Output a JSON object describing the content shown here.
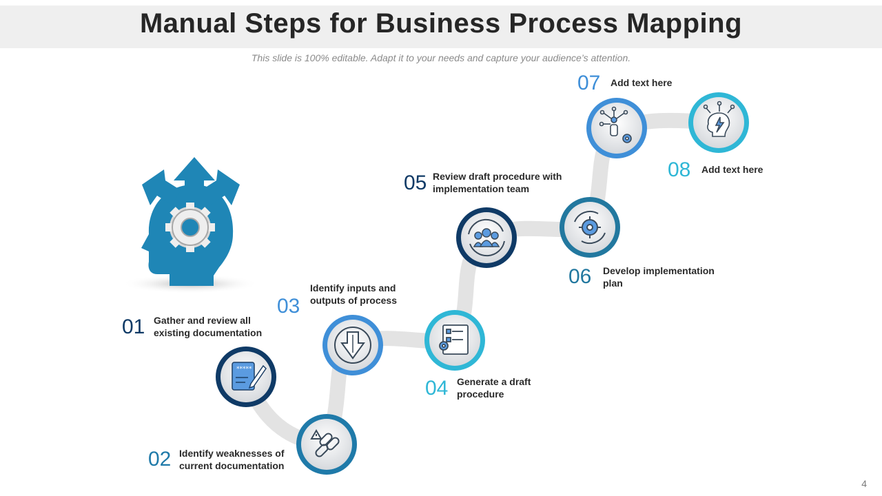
{
  "header": {
    "title": "Manual Steps for Business Process Mapping",
    "subtitle": "This slide is 100% editable. Adapt it to your needs and capture your audience’s attention."
  },
  "page_number": "4",
  "colors": {
    "dark_navy": "#0f3a66",
    "mid_blue": "#1f7aa9",
    "light_blue": "#2fb7d6",
    "bright_blue": "#3f8fd8",
    "teal": "#22789f",
    "head_blue": "#1f86b6"
  },
  "steps": [
    {
      "number": "01",
      "label_line1": "Gather and review all",
      "label_line2": "existing documentation",
      "icon": "document-edit-icon"
    },
    {
      "number": "02",
      "label_line1": "Identify weaknesses of",
      "label_line2": "current documentation",
      "icon": "broken-chain-warning-icon"
    },
    {
      "number": "03",
      "label_line1": "Identify inputs and",
      "label_line2": "outputs of process",
      "icon": "down-arrow-circle-icon"
    },
    {
      "number": "04",
      "label_line1": "Generate a draft",
      "label_line2": "procedure",
      "icon": "flowchart-gear-icon"
    },
    {
      "number": "05",
      "label_line1": "Review draft procedure with",
      "label_line2": "implementation team",
      "icon": "team-cycle-icon"
    },
    {
      "number": "06",
      "label_line1": "Develop implementation",
      "label_line2": "plan",
      "icon": "gear-cycle-icon"
    },
    {
      "number": "07",
      "label_line1": "Add  text here",
      "label_line2": "",
      "icon": "person-network-icon"
    },
    {
      "number": "08",
      "label_line1": "Add  text here",
      "label_line2": "",
      "icon": "head-idea-icon"
    }
  ],
  "hero_icon": "head-gear-arrows-icon"
}
